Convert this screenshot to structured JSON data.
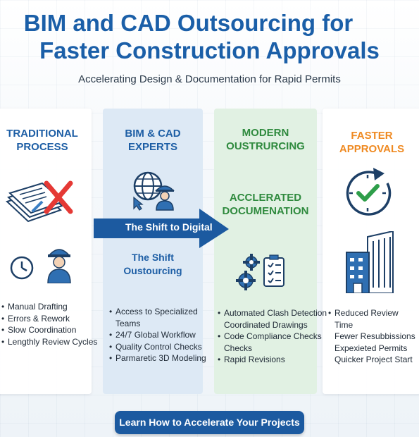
{
  "header": {
    "title_line1": "BIM and CAD Outsourcing for",
    "title_line2": "Faster Construction Approvals",
    "subtitle": "Accelerating Design & Documentation for Rapid Permits"
  },
  "columns": {
    "traditional": {
      "heading_line1": "TRADITIONAL",
      "heading_line2": "PROCESS",
      "items": [
        "Manual Drafting",
        "Errors & Rework",
        "Slow Coordination",
        "Lengthly Review Cycles"
      ]
    },
    "experts": {
      "heading_line1": "BIM & CAD",
      "heading_line2": "EXPERTS",
      "sub_line1": "The Shift",
      "sub_line2": "Oustourcing",
      "items": [
        "Access to Specialized",
        "Teams",
        "24/7 Global Workflow",
        "Quality Control Checks",
        "Parmaretic 3D Modeling"
      ]
    },
    "modern": {
      "heading_line1": "MODERN",
      "heading_line2": "OUSTRURCING",
      "sub_line1": "ACCLERATED",
      "sub_line2": "DOCUMENATION",
      "items": [
        "Automated Clash Detection",
        "Coordinated Drawings",
        "Code Compliance Checks",
        "Checks",
        "Rapid Revisions"
      ]
    },
    "faster": {
      "heading_line1": "FASTER",
      "heading_line2": "APPROVALS",
      "items": [
        "Reduced Review Time",
        "Fewer Resubbissions",
        "Expexieted Permits",
        "Quicker Project Start"
      ]
    }
  },
  "shift_arrow_label": "The Shift to Digital",
  "cta_label": "Learn How to Accelerate Your Projects",
  "colors": {
    "title_blue": "#1b5fa8",
    "green": "#2f8a3e",
    "orange": "#ef8a22",
    "cta": "#1c5aa0"
  }
}
